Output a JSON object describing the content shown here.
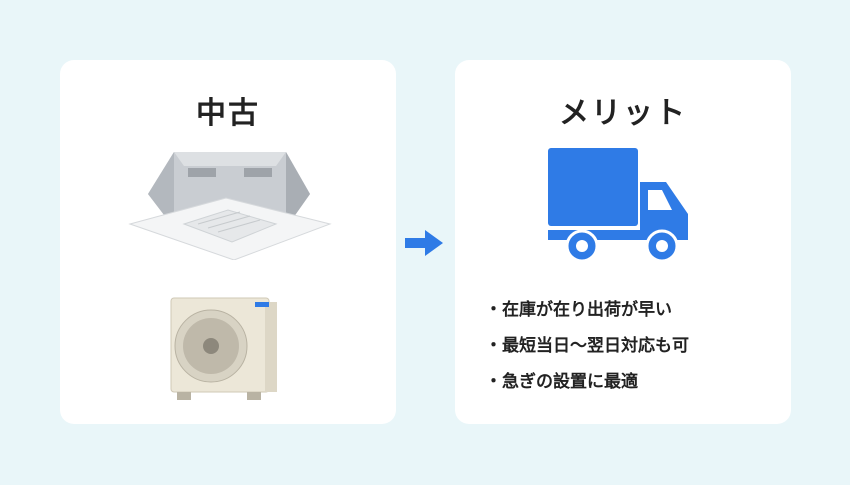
{
  "left_card": {
    "title": "中古"
  },
  "right_card": {
    "title": "メリット",
    "merits": [
      "・在庫が在り出荷が早い",
      "・最短当日〜翌日対応も可",
      "・急ぎの設置に最適"
    ]
  },
  "icons": {
    "indoor_unit": "ceiling-cassette-ac-icon",
    "outdoor_unit": "outdoor-ac-unit-icon",
    "arrow": "arrow-right-icon",
    "truck": "truck-icon"
  },
  "colors": {
    "accent": "#2f7be6",
    "background": "#e9f6f9"
  }
}
